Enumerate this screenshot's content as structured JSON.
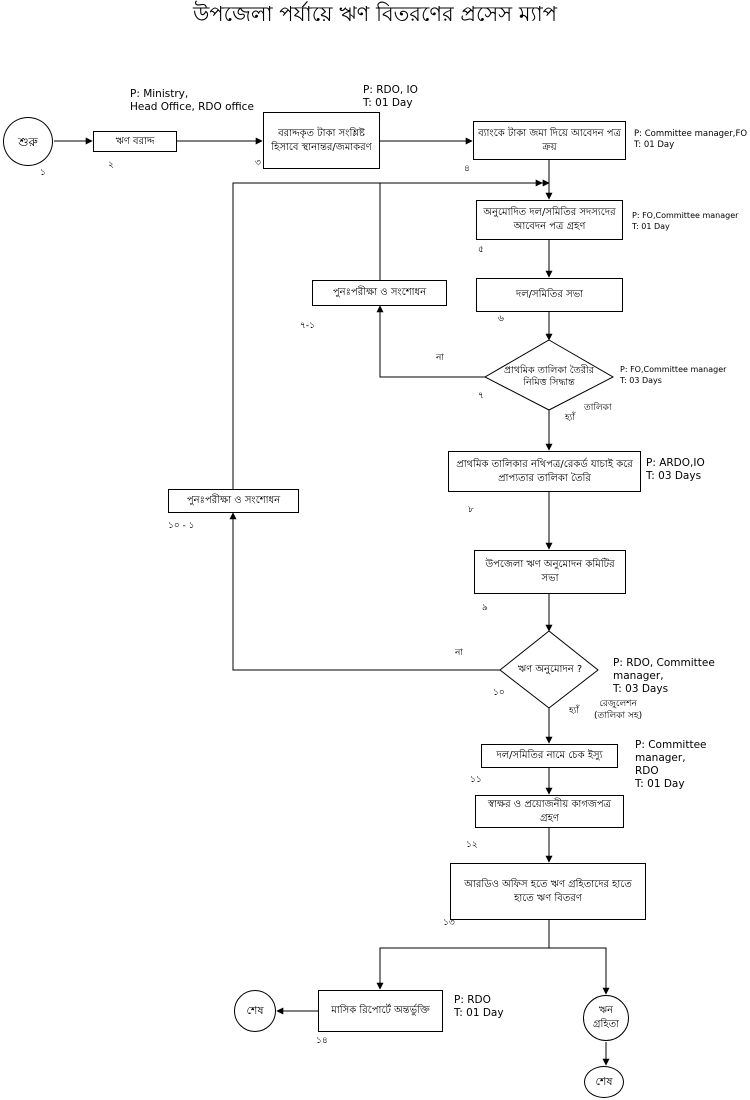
{
  "title": "উপজেলা পর্যায়ে ঋণ বিতরণের প্রসেস ম্যাপ",
  "nodes": {
    "start": {
      "text": "শুরু",
      "num": "১"
    },
    "s2": {
      "text": "ঋণ বরাদ্দ",
      "num": "২"
    },
    "s3": {
      "text": "বরাদ্দকৃত টাকা সংশ্লিষ্ট হিসাবে স্থানান্তর/জমাকরণ",
      "num": "৩"
    },
    "s4": {
      "text": "ব্যাংকে টাকা জমা দিয়ে আবেদন পত্র ক্রয়",
      "num": "৪"
    },
    "s5": {
      "text": "অনুমোদিত দল/সমিতির সদস্যদের আবেদন পত্র গ্রহণ",
      "num": "৫"
    },
    "s6": {
      "text": "দল/সমিতির সভা",
      "num": "৬"
    },
    "s71": {
      "text": "পুনঃপরীক্ষা ও সংশোধন",
      "num": "৭-১"
    },
    "d7": {
      "text": "প্রাথমিক তালিকা তৈরীর নিমিত্ত সিদ্ধান্ত",
      "num": "৭"
    },
    "s8": {
      "text": "প্রাথমিক তালিকার নথিপত্র/রেকর্ড যাচাই করে প্রাপ্যতার তালিকা তৈরি",
      "num": "৮"
    },
    "s101": {
      "text": "পুনঃপরীক্ষা ও সংশোধন",
      "num": "১০ - ১"
    },
    "s9": {
      "text": "উপজেলা ঋণ অনুমোদন কমিটির সভা",
      "num": "৯"
    },
    "d10": {
      "text": "ঋণ অনুমোদন ?",
      "num": "১০"
    },
    "s11": {
      "text": "দল/সমিতির নামে চেক ইস্যু",
      "num": "১১"
    },
    "s12": {
      "text": "স্বাক্ষর ও প্রয়োজনীয় কাগজপত্র গ্রহণ",
      "num": "১২"
    },
    "s13": {
      "text": "আরডিও অফিস হতে ঋণ গ্রহিতাদের হাতে হাতে ঋণ বিতরণ",
      "num": "১৩"
    },
    "s14": {
      "text": "মাসিক রিপোর্টে অন্তর্ভুক্তি",
      "num": "১৪"
    },
    "end1": {
      "text": "শেষ"
    },
    "rec": {
      "text": "ঋন গ্রহিতা"
    },
    "end2": {
      "text": "শেষ"
    }
  },
  "annotations": {
    "a2": "P:  Ministry,\n      Head Office, RDO office",
    "a3": "P:  RDO, IO\nT:  01 Day",
    "a4": "P:  Committee manager,FO\nT:  01 Day",
    "a5": "P:  FO,Committee manager\nT:  01 Day",
    "a7": "P:  FO,Committee manager\nT:  03 Days",
    "a8": "P: ARDO,IO\nT:  03 Days",
    "a10": "P: RDO, Committee manager,\nT:  03 Days",
    "a11": "P: Committee manager,\nRDO\nT:  01 Day",
    "a14": "P: RDO\nT:  01 Day"
  },
  "edge_labels": {
    "no7": "না",
    "yes7": "হ্যাঁ",
    "list7": "তালিকা",
    "no10": "না",
    "yes10": "হ্যাঁ",
    "reg10": "রেজুলেশন\n(তালিকা সহ)"
  }
}
